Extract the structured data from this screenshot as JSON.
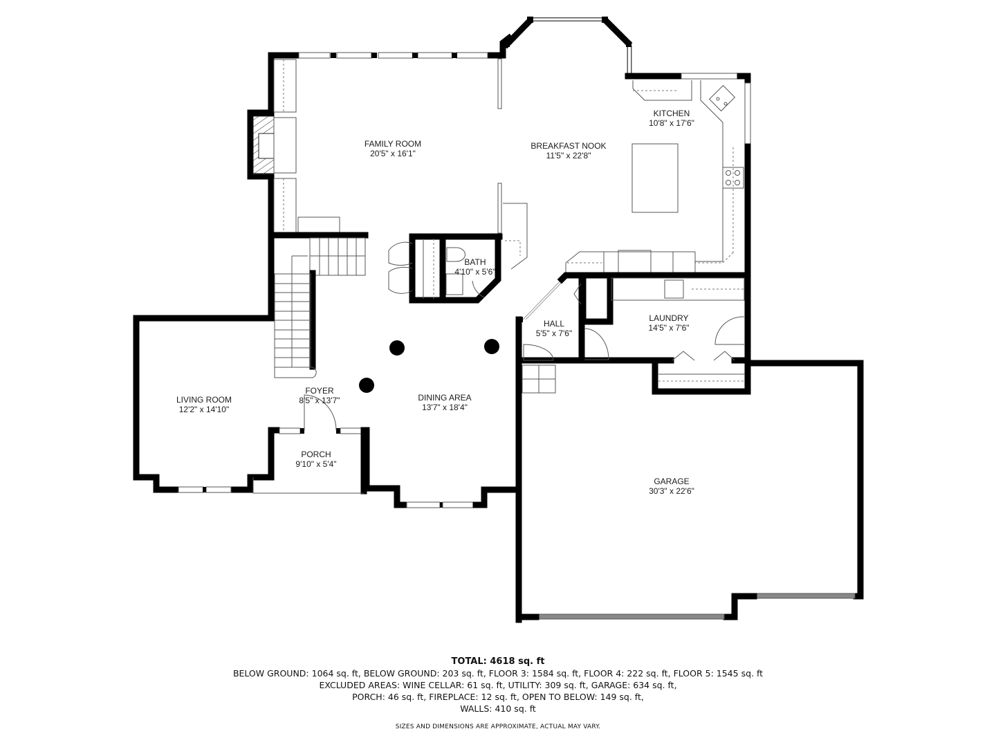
{
  "rooms": {
    "family_room": {
      "name": "FAMILY ROOM",
      "dims": "20'5\" x 16'1\""
    },
    "breakfast_nook": {
      "name": "BREAKFAST NOOK",
      "dims": "11'5\" x 22'8\""
    },
    "kitchen": {
      "name": "KITCHEN",
      "dims": "10'8\" x 17'6\""
    },
    "bath": {
      "name": "BATH",
      "dims": "4'10\" x 5'6\""
    },
    "hall": {
      "name": "HALL",
      "dims": "5'5\" x 7'6\""
    },
    "laundry": {
      "name": "LAUNDRY",
      "dims": "14'5\" x 7'6\""
    },
    "living_room": {
      "name": "LIVING ROOM",
      "dims": "12'2\" x 14'10\""
    },
    "foyer": {
      "name": "FOYER",
      "dims": "8'5\" x 13'7\""
    },
    "dining_area": {
      "name": "DINING AREA",
      "dims": "13'7\" x 18'4\""
    },
    "porch": {
      "name": "PORCH",
      "dims": "9'10\" x 5'4\""
    },
    "garage": {
      "name": "GARAGE",
      "dims": "30'3\" x 22'6\""
    }
  },
  "summary": {
    "total": "TOTAL: 4618 sq. ft",
    "lines": [
      "BELOW GROUND: 1064 sq. ft, BELOW GROUND: 203 sq. ft, FLOOR 3: 1584 sq. ft, FLOOR 4: 222 sq. ft, FLOOR 5: 1545 sq. ft",
      "EXCLUDED AREAS: WINE CELLAR: 61 sq. ft, UTILITY: 309 sq. ft, GARAGE: 634 sq. ft,",
      "PORCH: 46 sq. ft, FIREPLACE: 12 sq. ft, OPEN TO BELOW: 149 sq. ft,",
      "WALLS: 410 sq. ft"
    ],
    "disclaimer": "SIZES AND DIMENSIONS ARE APPROXIMATE, ACTUAL MAY VARY."
  },
  "icons": {
    "fireplace": "hatched-rectangle",
    "stove": "four-burner-cooktop",
    "sink": "double-basin-sink",
    "stairs": "stair-treads",
    "column": "round-column"
  }
}
